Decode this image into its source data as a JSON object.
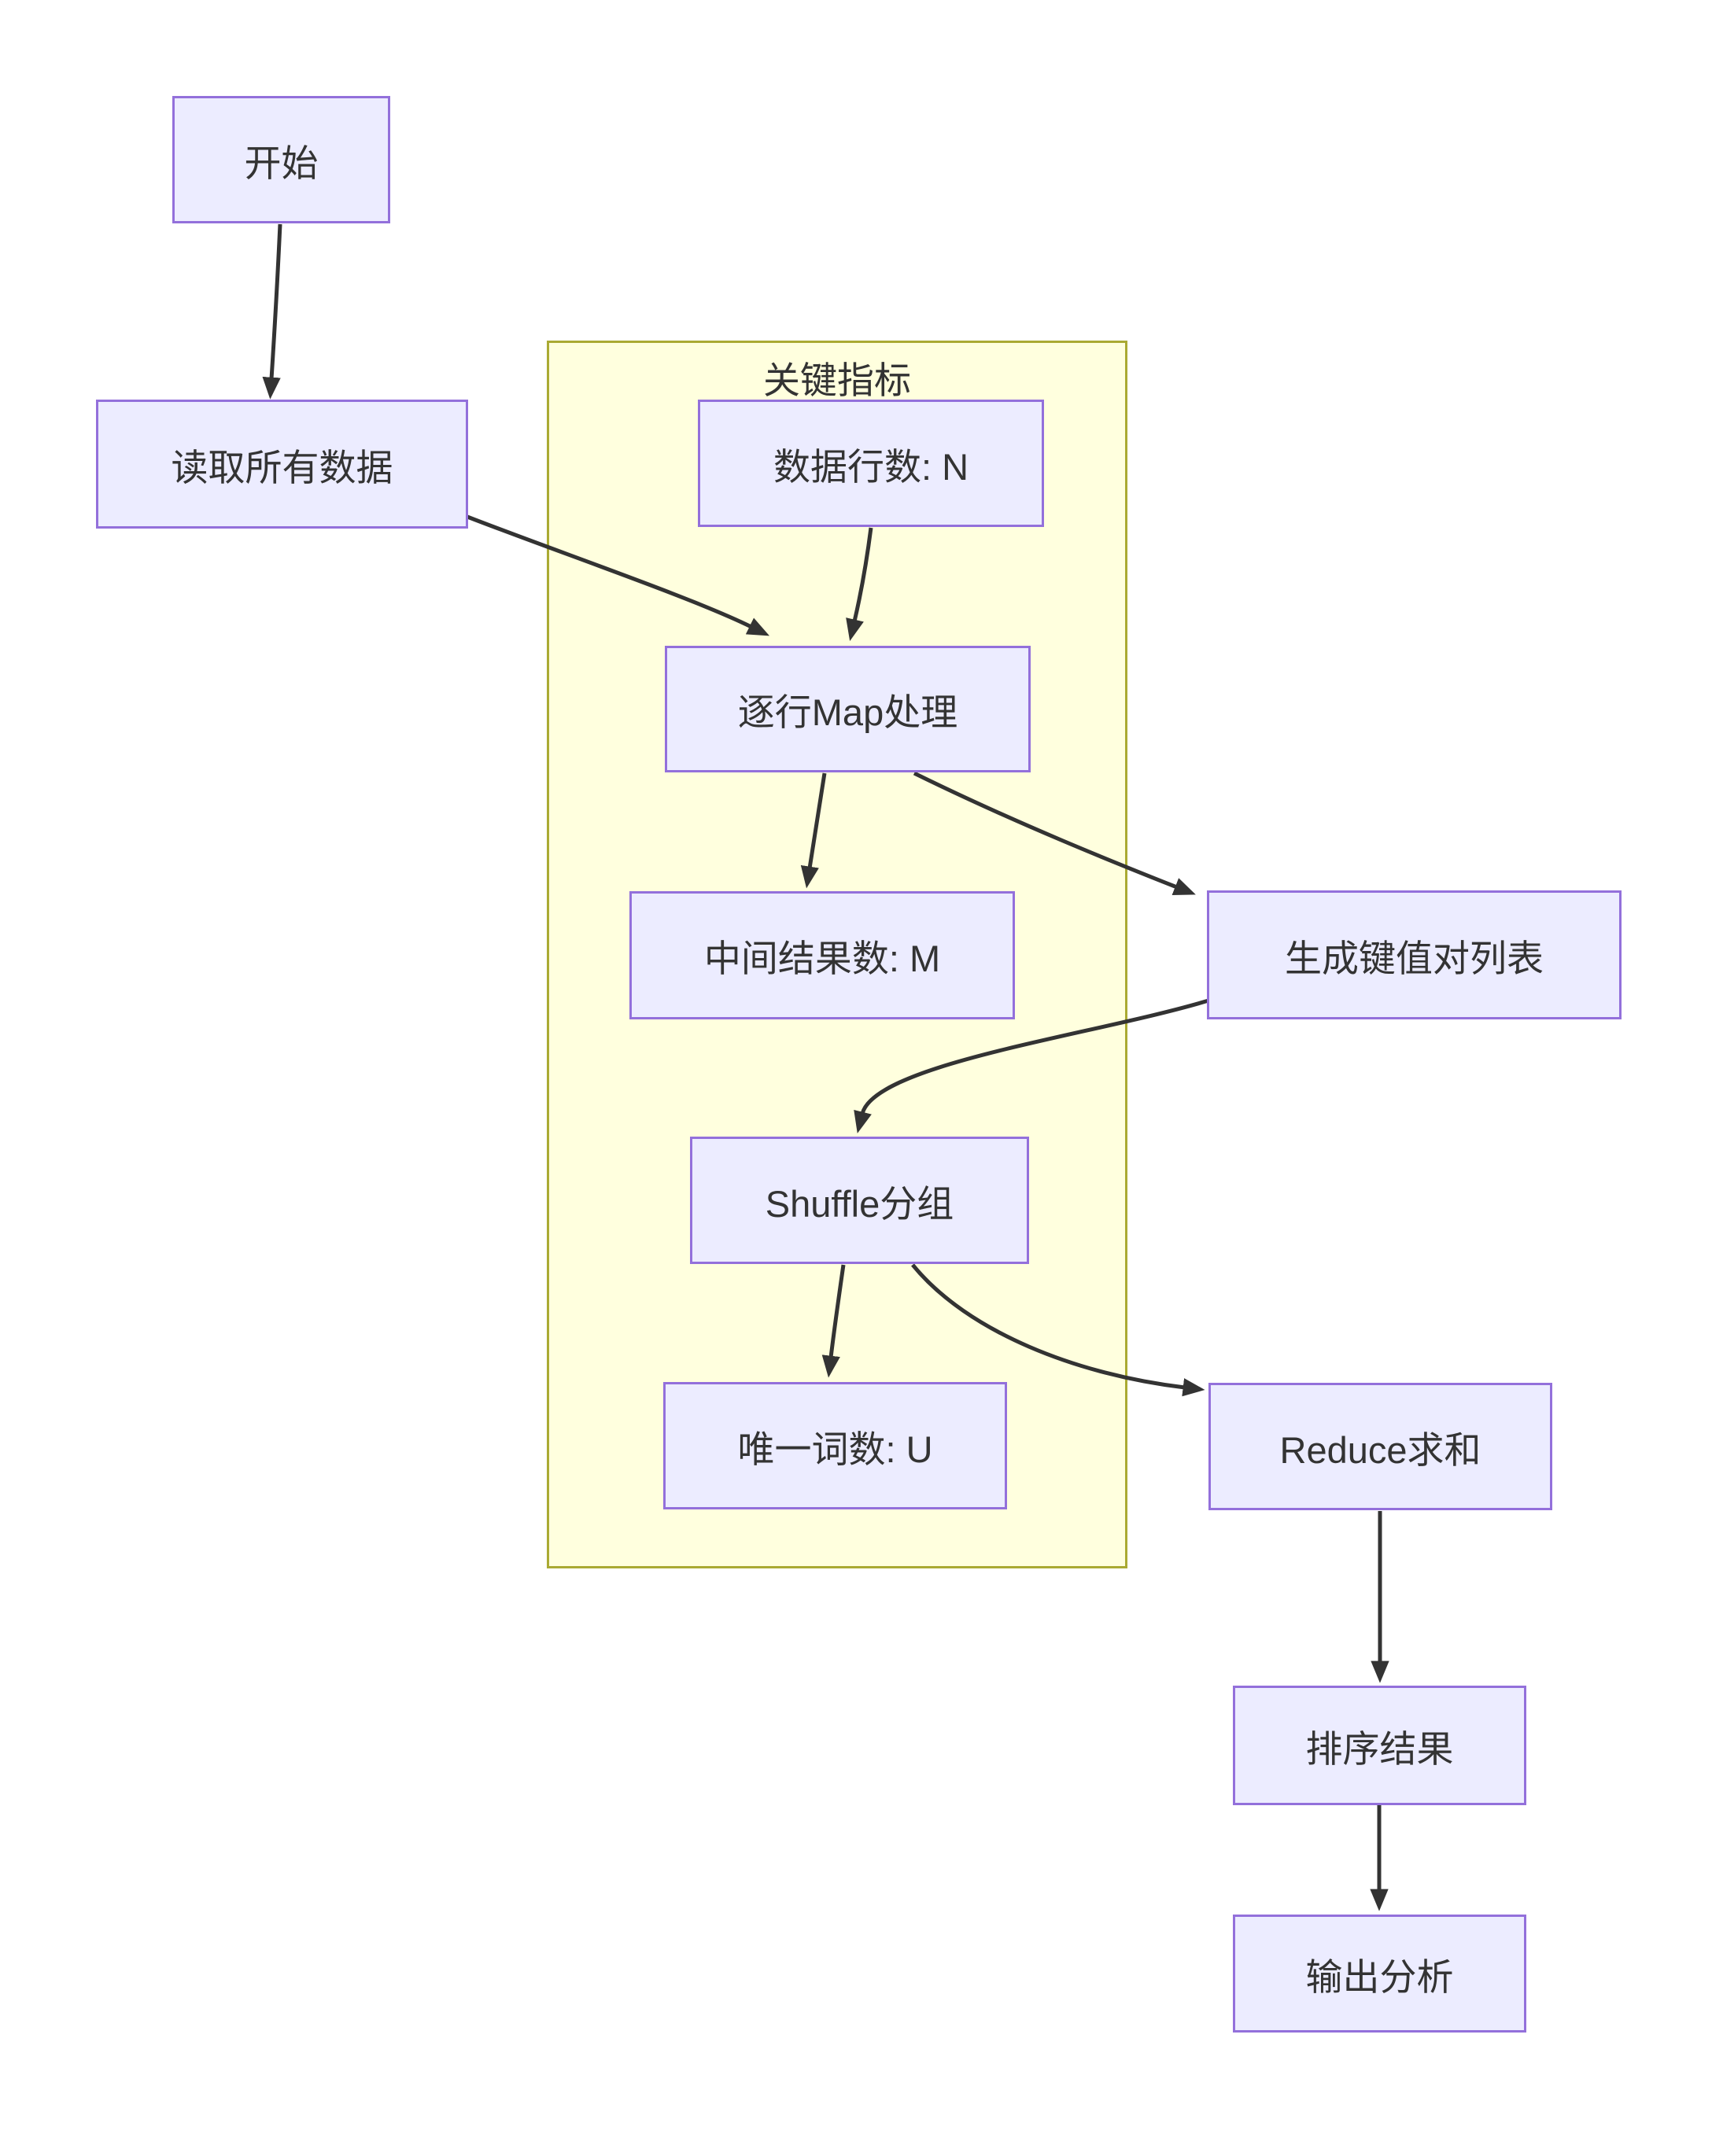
{
  "diagram": {
    "type": "flowchart",
    "direction": "top-down",
    "nodes": {
      "start": {
        "label": "开始"
      },
      "read": {
        "label": "读取所有数据"
      },
      "rows": {
        "label": "数据行数: N"
      },
      "map": {
        "label": "逐行Map处理"
      },
      "intermediate": {
        "label": "中间结果数: M"
      },
      "kvlist": {
        "label": "生成键值对列表"
      },
      "shuffle": {
        "label": "Shuffle分组"
      },
      "unique": {
        "label": "唯一词数: U"
      },
      "reduce": {
        "label": "Reduce求和"
      },
      "sort": {
        "label": "排序结果"
      },
      "output": {
        "label": "输出分析"
      }
    },
    "cluster": {
      "title": "关键指标",
      "members": [
        "rows",
        "map",
        "intermediate",
        "shuffle",
        "unique"
      ]
    },
    "edges": [
      {
        "from": "start",
        "to": "read"
      },
      {
        "from": "read",
        "to": "map"
      },
      {
        "from": "rows",
        "to": "map"
      },
      {
        "from": "map",
        "to": "intermediate"
      },
      {
        "from": "map",
        "to": "kvlist"
      },
      {
        "from": "kvlist",
        "to": "shuffle"
      },
      {
        "from": "shuffle",
        "to": "unique"
      },
      {
        "from": "shuffle",
        "to": "reduce"
      },
      {
        "from": "reduce",
        "to": "sort"
      },
      {
        "from": "sort",
        "to": "output"
      }
    ],
    "colors": {
      "node_fill": "#ECECFF",
      "node_border": "#9370DB",
      "cluster_fill": "#FFFFDE",
      "cluster_border": "#AAAA33",
      "edge": "#333333",
      "text": "#333333",
      "background": "#FFFFFF"
    }
  }
}
